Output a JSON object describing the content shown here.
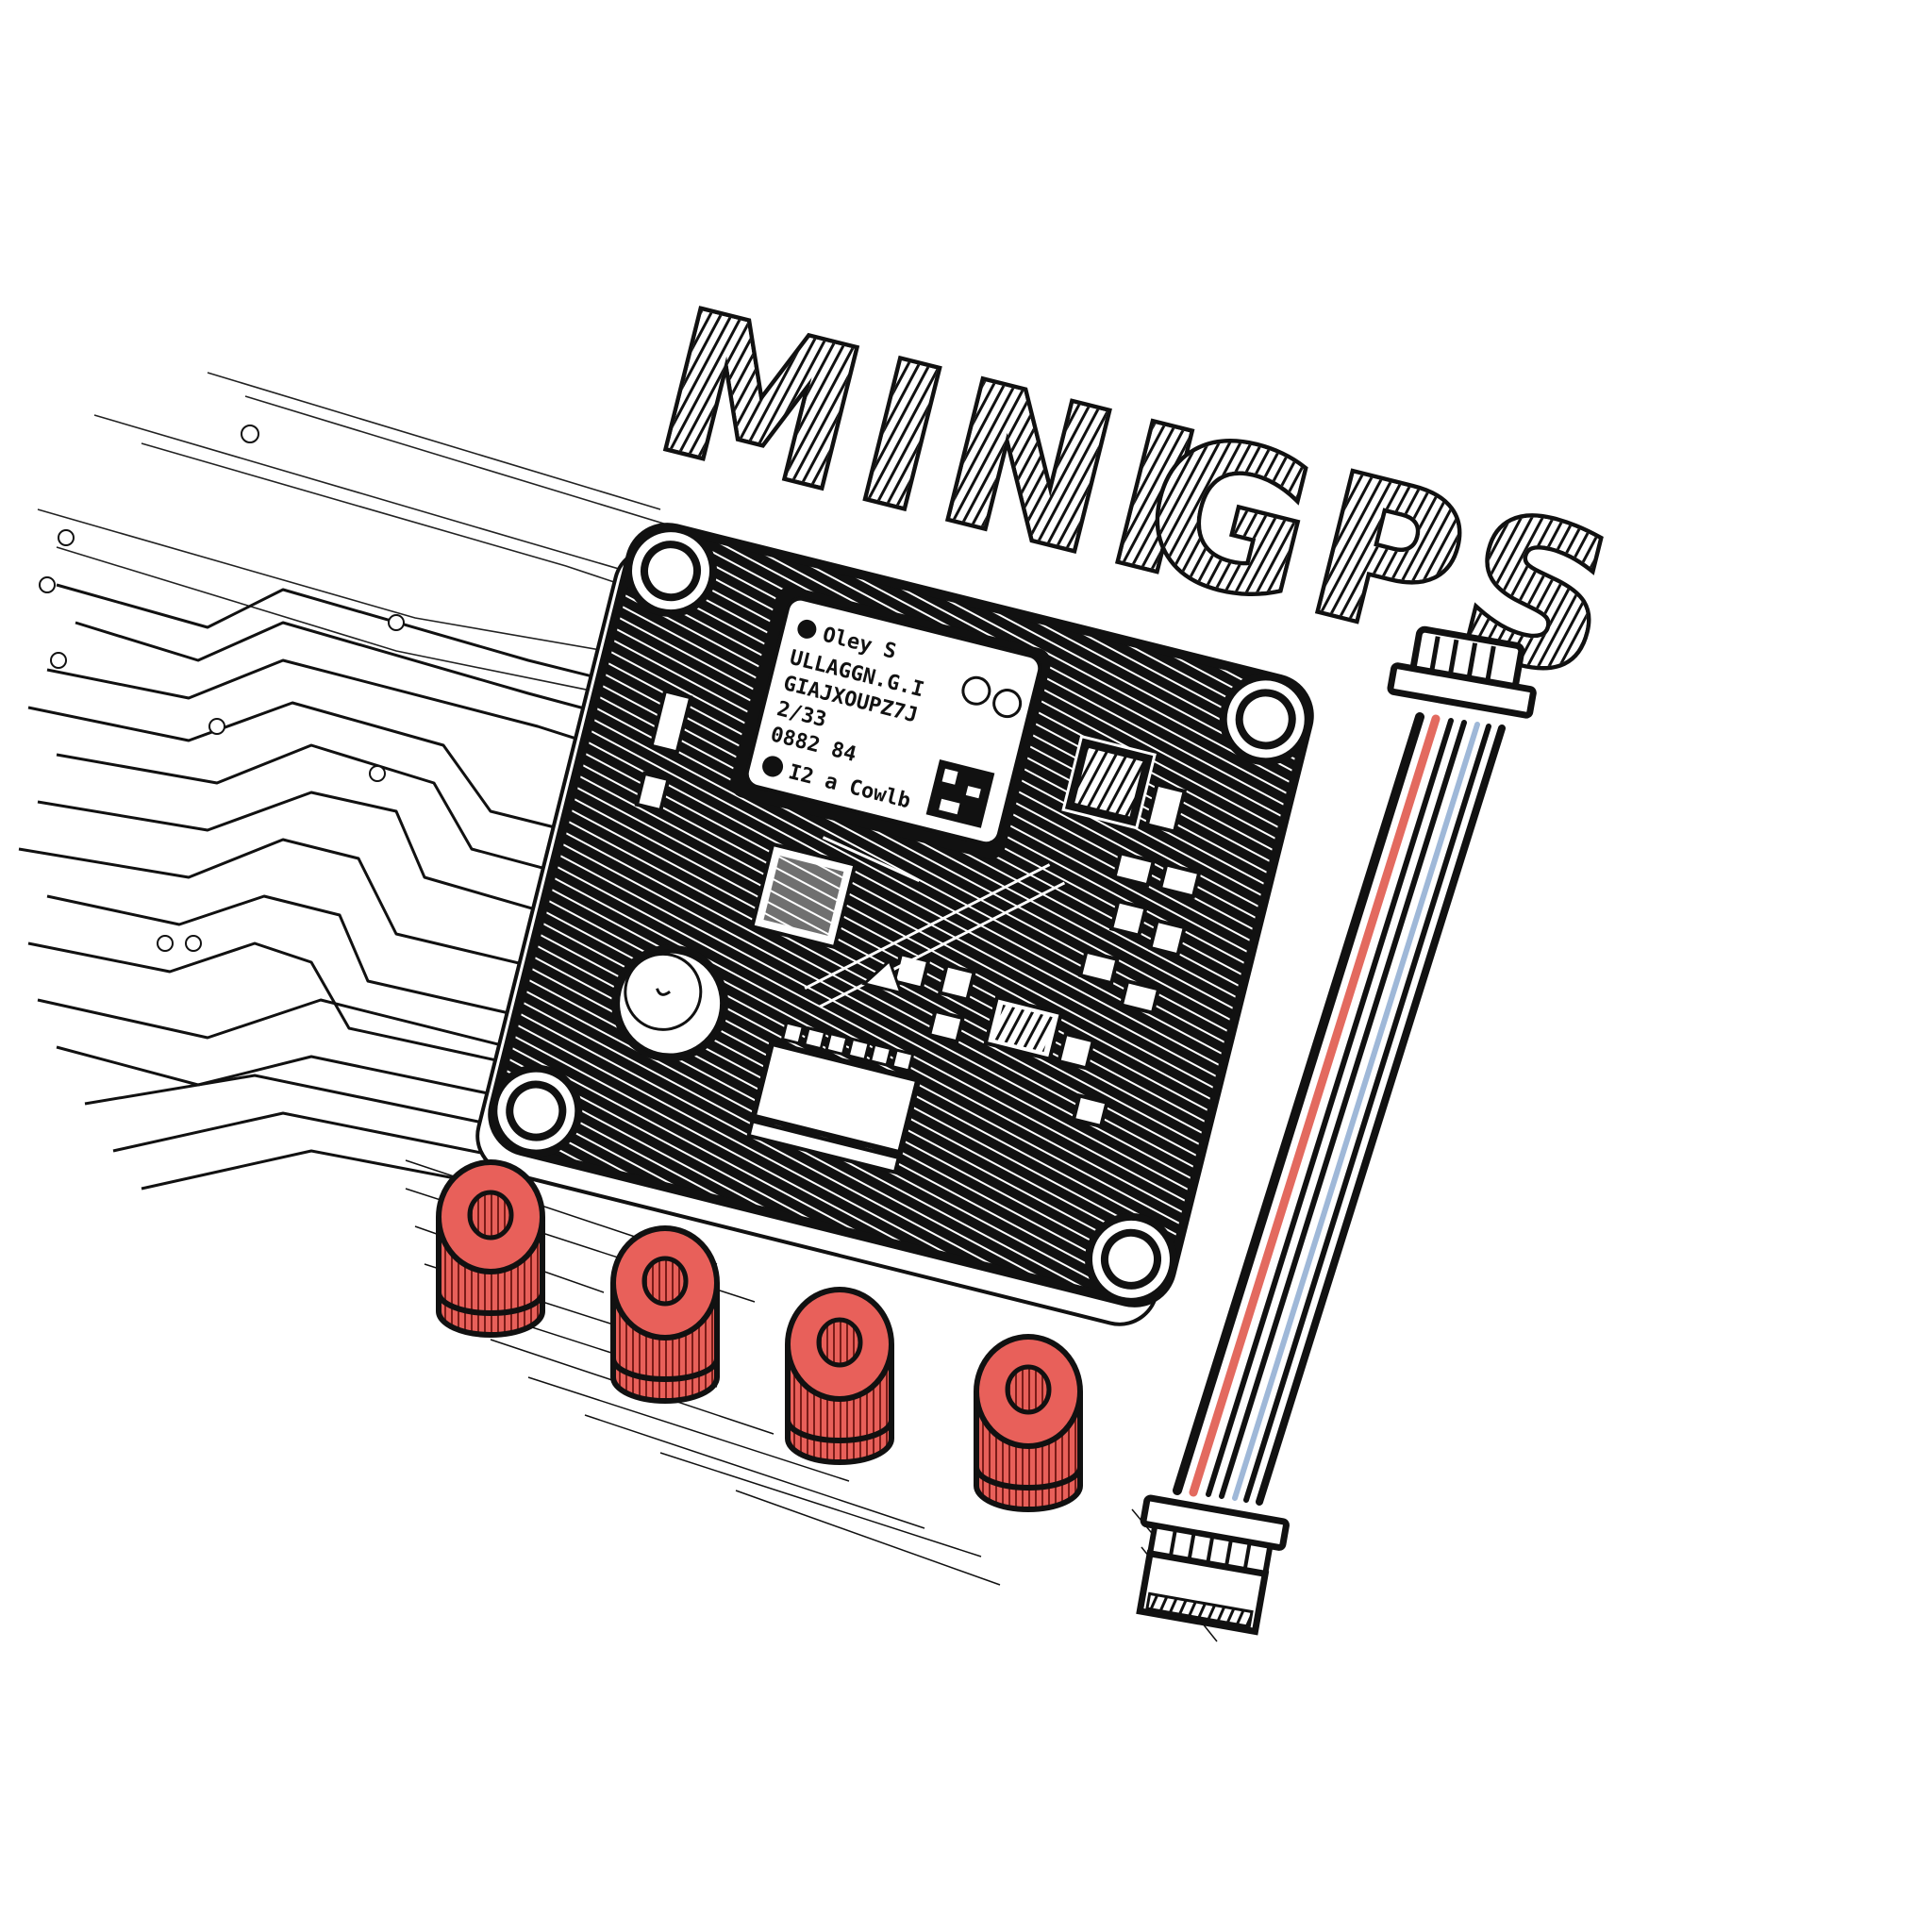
{
  "title": {
    "line": "MINI GPS",
    "word1": "MINI",
    "word2": "GPS"
  },
  "gps_module": {
    "label_lines": [
      "Oley S",
      "ULLAGGN.G.I",
      "GIAJXOUPZ7J",
      "2/33",
      "0882  84",
      "I2 a Cowlb"
    ]
  },
  "components": {
    "board": "gps-board",
    "standoff_count": 4,
    "cable": "jst-cable"
  },
  "colors": {
    "ink": "#111111",
    "background": "#ffffff",
    "standoff_red": "#E8605A",
    "standoff_dark": "#C8433E",
    "wire_red": "#E36A5F",
    "wire_blue": "#9FB8D8"
  }
}
